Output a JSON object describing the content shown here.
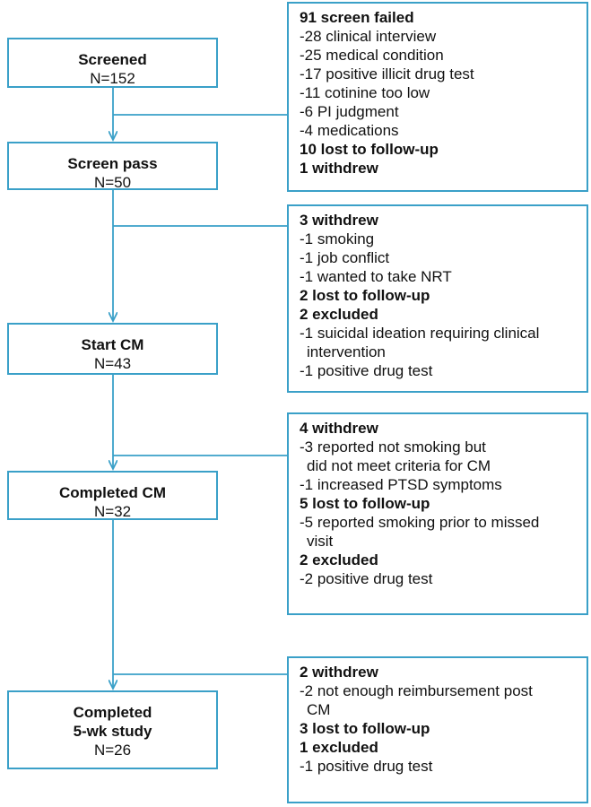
{
  "stages": [
    {
      "label": "Screened",
      "count": "N=152"
    },
    {
      "label": "Screen pass",
      "count": "N=50"
    },
    {
      "label": "Start CM",
      "count": "N=43"
    },
    {
      "label": "Completed CM",
      "count": "N=32"
    },
    {
      "label": "Completed",
      "label2": "5-wk study",
      "count": "N=26"
    }
  ],
  "exclusions": [
    {
      "lines": [
        "91 screen failed",
        "-28 clinical interview",
        "-25 medical condition",
        "-17 positive illicit drug test",
        "-11 cotinine too low",
        "-6 PI judgment",
        "-4 medications",
        "10 lost to follow-up",
        "1 withdrew"
      ]
    },
    {
      "lines": [
        "3 withdrew",
        "-1 smoking",
        "-1 job conflict",
        "-1 wanted to take NRT",
        "2 lost to follow-up",
        "2 excluded",
        "-1 suicidal ideation requiring clinical",
        "intervention",
        "-1 positive drug test"
      ]
    },
    {
      "lines": [
        "4 withdrew",
        "-3 reported not smoking but",
        "did not meet criteria for CM",
        "-1 increased PTSD symptoms",
        "5 lost to follow-up",
        "-5 reported smoking prior to missed",
        "visit",
        "2 excluded",
        "-2 positive drug test"
      ]
    },
    {
      "lines": [
        "2 withdrew",
        "-2 not enough reimbursement post",
        "CM",
        "3 lost to follow-up",
        "1 excluded",
        "-1 positive drug test"
      ]
    }
  ],
  "colors": {
    "border": "#3aa0c8",
    "text": "#111111",
    "background": "#ffffff"
  }
}
